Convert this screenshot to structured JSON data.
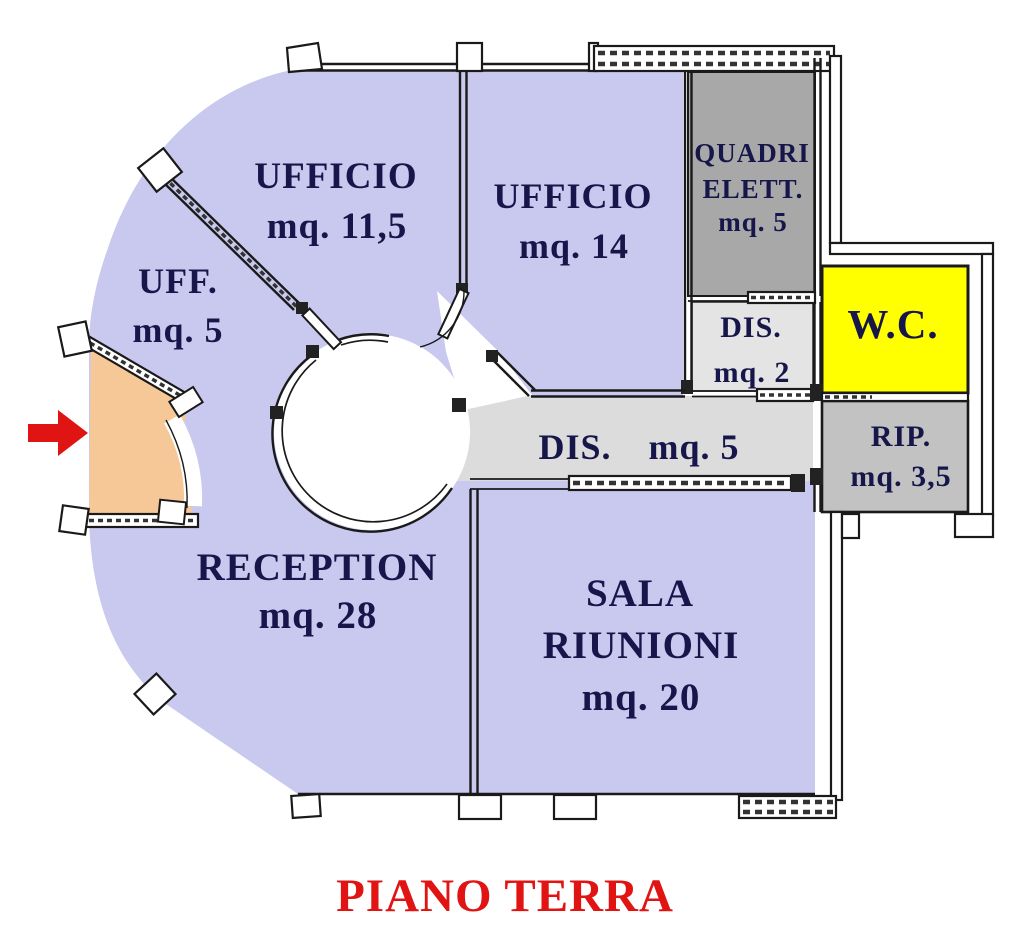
{
  "title": {
    "text": "PIANO TERRA"
  },
  "palette": {
    "room_fill": "#c9c8ef",
    "service_gray": "#a8a8a8",
    "rip_gray": "#c2c2c2",
    "corridor_gray": "#dcdcdc",
    "dis2_gray": "#e4e4e4",
    "wc_yellow": "#ffff00",
    "entrance_orange": "#f7c897",
    "accent_red": "#e11414",
    "label_navy": "#16164a"
  },
  "rooms": {
    "ufficio_11_5": {
      "label": "UFFICIO",
      "area": "mq. 11,5"
    },
    "uff_5": {
      "label": "UFF.",
      "area": "mq. 5"
    },
    "ufficio_14": {
      "label": "UFFICIO",
      "area": "mq. 14"
    },
    "quadri_elett": {
      "label_line_1": "QUADRI",
      "label_line_2": "ELETT.",
      "area": "mq. 5"
    },
    "dis_2": {
      "label": "DIS.",
      "area": "mq. 2"
    },
    "wc": {
      "label": "W.C."
    },
    "dis_5": {
      "label": "DIS.",
      "area": "mq. 5"
    },
    "rip": {
      "label": "RIP.",
      "area": "mq. 3,5"
    },
    "reception": {
      "label": "RECEPTION",
      "area": "mq. 28"
    },
    "sala_riunioni": {
      "label_line_1": "SALA",
      "label_line_2": "RIUNIONI",
      "area": "mq. 20"
    }
  },
  "entrance": {
    "symbol": "arrow-right"
  }
}
